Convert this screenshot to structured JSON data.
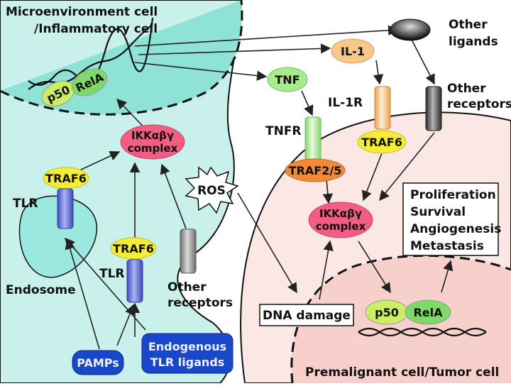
{
  "cells": {
    "micro_line1": "Microenvironment cell",
    "micro_line2": "/Inflammatory cell",
    "tumor": "Premalignant cell/Tumor cell",
    "endosome": "Endosome"
  },
  "nfkb_top": {
    "p50": "p50",
    "rela": "RelA"
  },
  "nfkb_bottom": {
    "p50": "p50",
    "rela": "RelA"
  },
  "ikk_left": {
    "line1": "IKKαβγ",
    "line2": "complex"
  },
  "ikk_right": {
    "line1": "IKKαβγ",
    "line2": "complex"
  },
  "ligands": {
    "tnf": "TNF",
    "il1": "IL-1",
    "other_line1": "Other",
    "other_line2": "ligands"
  },
  "receptors": {
    "tnfr": "TNFR",
    "il1r": "IL-1R",
    "other_right_line1": "Other",
    "other_right_line2": "receptors",
    "other_left_line1": "Other",
    "other_left_line2": "receptors",
    "tlr_upper": "TLR",
    "tlr_lower": "TLR"
  },
  "adaptors": {
    "traf6_right": "TRAF6",
    "traf25": "TRAF2/5",
    "traf6_endo": "TRAF6",
    "traf6_lower": "TRAF6"
  },
  "ros": "ROS",
  "dna_damage": "DNA damage",
  "outcomes": [
    "Proliferation",
    "Survival",
    "Angiogenesis",
    "Metastasis"
  ],
  "inputs": {
    "pamps": "PAMPs",
    "endogenous_line1": "Endogenous",
    "endogenous_line2": "TLR ligands"
  },
  "colors": {
    "micro_cell": "#c9f0ea",
    "tumor_cell": "#fbe7e4",
    "nucleus_bottom": "#f7cfcb",
    "endosome": "#9be8e0",
    "ikk": "#f25d83",
    "p50": "#ccee66",
    "rela": "#7ed968",
    "traf6": "#f4ec35",
    "traf25": "#f08a3a",
    "tnf": "#a8ea8c",
    "il1": "#f8c78a",
    "tlr": "#5f6fd3",
    "pamps_box": "#1847c9"
  }
}
